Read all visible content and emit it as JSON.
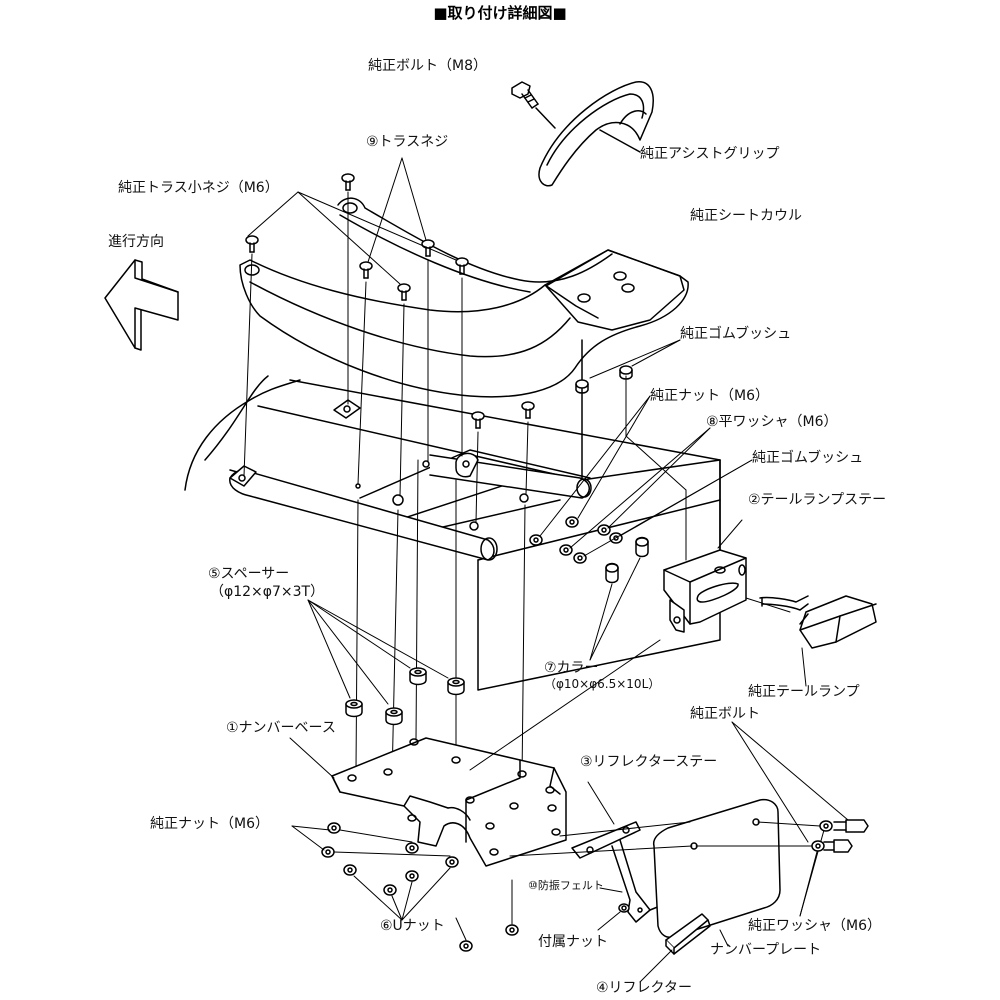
{
  "title": "■取り付け詳細図■",
  "labels": {
    "bolt_m8": "純正ボルト（M8）",
    "assist_grip": "純正アシストグリップ",
    "truss_screw_9": "⑨トラスネジ",
    "truss_small_screw": "純正トラス小ネジ（M6）",
    "direction": "進行方向",
    "seat_cowl": "純正シートカウル",
    "rubber_bush_1": "純正ゴムブッシュ",
    "nut_m6_top": "純正ナット（M6）",
    "flat_washer_8": "⑧平ワッシャ（M6）",
    "rubber_bush_2": "純正ゴムブッシュ",
    "tail_lamp_stay": "②テールランプステー",
    "spacer_5": "⑤スペーサー",
    "spacer_5_size": "（φ12×φ7×3T）",
    "collar_7": "⑦カラー",
    "collar_7_size": "（φ10×φ6.5×10L）",
    "tail_lamp": "純正テールランプ",
    "number_base_1": "①ナンバーベース",
    "bolt_genuine": "純正ボルト",
    "reflector_stay_3": "③リフレクターステー",
    "nut_m6_bottom": "純正ナット（M6）",
    "felt_10": "⑩防振フェルト",
    "u_nut_6": "⑥Uナット",
    "attached_nut": "付属ナット",
    "washer_m6": "純正ワッシャ（M6）",
    "number_plate": "ナンバープレート",
    "reflector_4": "④リフレクター"
  }
}
